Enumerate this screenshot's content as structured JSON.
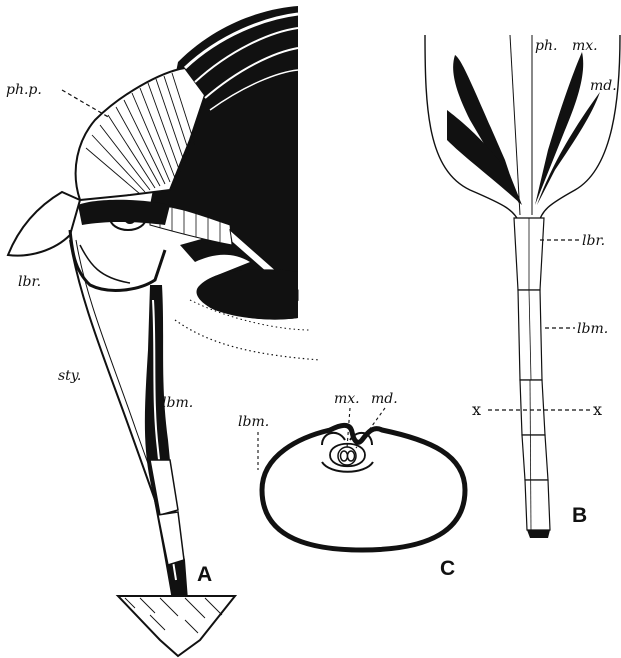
{
  "figure": {
    "panels": [
      {
        "id": "A",
        "caption": "A"
      },
      {
        "id": "B",
        "caption": "B"
      },
      {
        "id": "C",
        "caption": "C"
      }
    ],
    "labels_A": {
      "php": "ph.p.",
      "lbr": "lbr.",
      "sty": "sty.",
      "lbm": "lbm."
    },
    "labels_B": {
      "ph": "ph.",
      "mx": "mx.",
      "md": "md.",
      "lbr": "lbr.",
      "lbm": "lbm.",
      "x_left": "x",
      "x_right": "x"
    },
    "labels_C": {
      "lbm": "lbm.",
      "mx": "mx.",
      "md": "md."
    },
    "colors": {
      "ink": "#111111",
      "paper": "#ffffff"
    }
  }
}
